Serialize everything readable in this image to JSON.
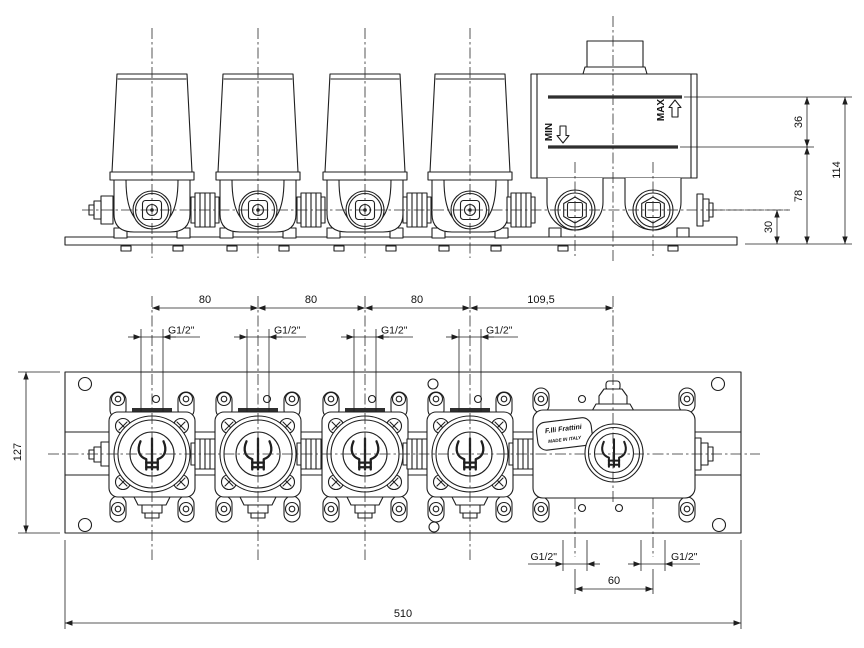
{
  "top_view": {
    "max_label": "MAX",
    "min_label": "MIN",
    "dims": {
      "max_to_min": "36",
      "min_to_base": "78",
      "total_height": "114",
      "axis_to_base": "30"
    }
  },
  "plan_view": {
    "brand": "F.lli Frattini",
    "made_in": "MADE IN ITALY",
    "dims": {
      "pitch_1": "80",
      "pitch_2": "80",
      "pitch_3": "80",
      "pitch_mixer": "109,5",
      "plate_width": "127",
      "plate_length": "510",
      "outlet_spacing": "60"
    },
    "port_threads": [
      "G1/2\"",
      "G1/2\"",
      "G1/2\"",
      "G1/2\"",
      "G1/2\"",
      "G1/2\""
    ]
  },
  "colors": {
    "line": "#1f1f1f",
    "background": "#ffffff"
  }
}
